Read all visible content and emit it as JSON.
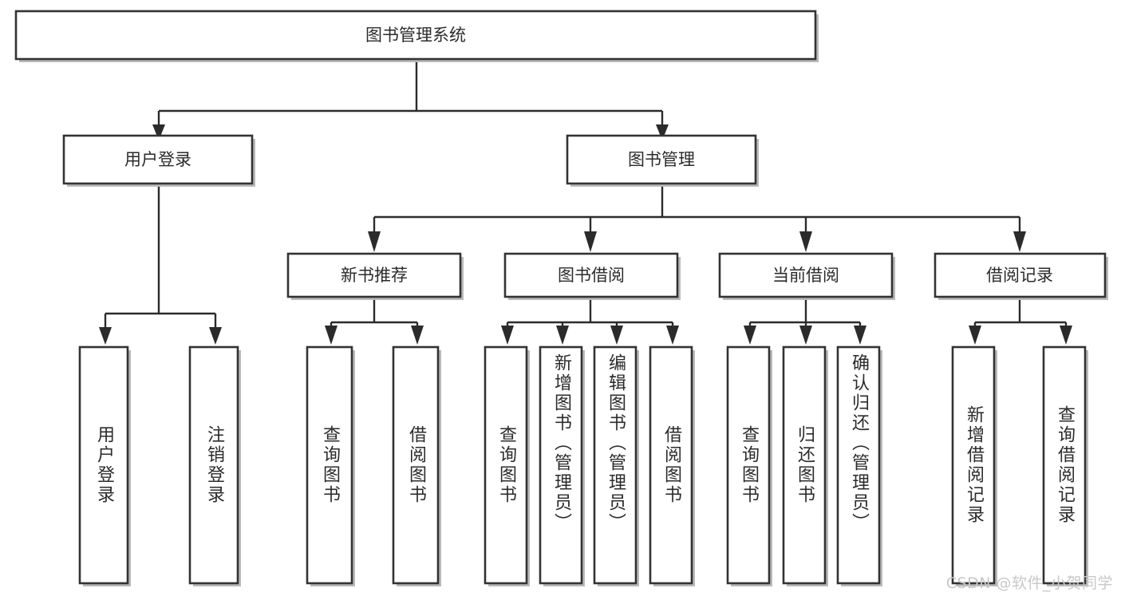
{
  "diagram": {
    "title": "图书管理系统",
    "type": "hierarchy-tree",
    "watermark": "CSDN @软件_小贺同学",
    "colors": {
      "box_stroke": "#333333",
      "box_fill": "#ffffff",
      "connector": "#2b2b2b",
      "text": "#2b2b2b",
      "background": "#ffffff",
      "watermark": "#c8c8c8"
    },
    "root": {
      "id": "root",
      "label": "图书管理系统"
    },
    "level2": [
      {
        "id": "user-login",
        "label": "用户登录"
      },
      {
        "id": "book-manage",
        "label": "图书管理"
      }
    ],
    "level3": [
      {
        "id": "new-book-recommend",
        "label": "新书推荐",
        "parent": "book-manage"
      },
      {
        "id": "book-borrow",
        "label": "图书借阅",
        "parent": "book-manage"
      },
      {
        "id": "current-borrow",
        "label": "当前借阅",
        "parent": "book-manage"
      },
      {
        "id": "borrow-record",
        "label": "借阅记录",
        "parent": "book-manage"
      }
    ],
    "leaves": {
      "user_login": [
        {
          "id": "leaf-user-login",
          "label": "用户登录"
        },
        {
          "id": "leaf-logout",
          "label": "注销登录"
        }
      ],
      "new_book_recommend": [
        {
          "id": "leaf-query-book-1",
          "label": "查询图书"
        },
        {
          "id": "leaf-borrow-book-1",
          "label": "借阅图书"
        }
      ],
      "book_borrow": [
        {
          "id": "leaf-query-book-2",
          "label": "查询图书"
        },
        {
          "id": "leaf-add-book",
          "label": "新增图书（管理员）"
        },
        {
          "id": "leaf-edit-book",
          "label": "编辑图书（管理员）"
        },
        {
          "id": "leaf-borrow-book-2",
          "label": "借阅图书"
        }
      ],
      "current_borrow": [
        {
          "id": "leaf-query-book-3",
          "label": "查询图书"
        },
        {
          "id": "leaf-return-book",
          "label": "归还图书"
        },
        {
          "id": "leaf-confirm-return",
          "label": "确认归还（管理员）"
        }
      ],
      "borrow_record": [
        {
          "id": "leaf-add-record",
          "label": "新增借阅记录"
        },
        {
          "id": "leaf-query-record",
          "label": "查询借阅记录"
        }
      ]
    }
  }
}
